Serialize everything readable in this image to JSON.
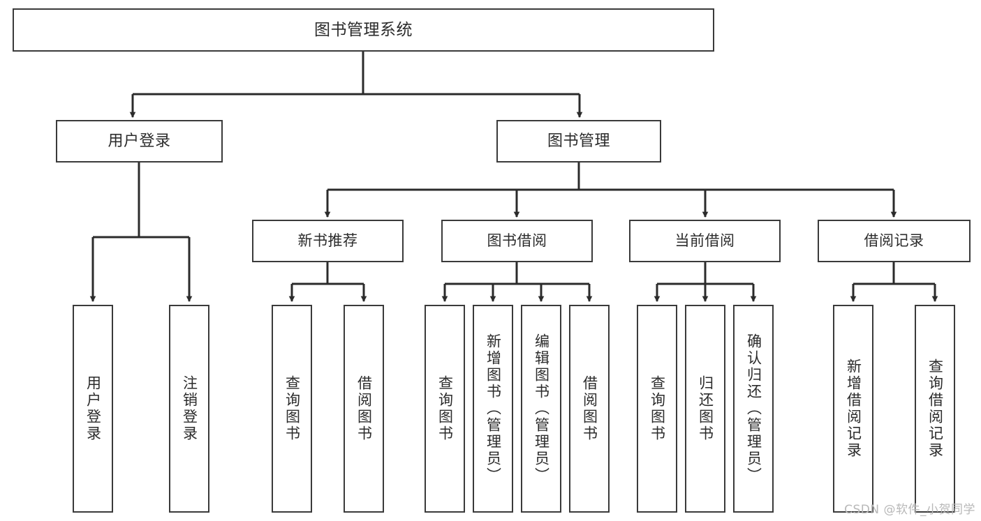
{
  "diagram": {
    "title": "图书管理系统",
    "type": "tree",
    "colors": {
      "box_border": "#3a3a3a",
      "box_fill": "#ffffff",
      "edge": "#2b2b2b",
      "text": "#2b2b2b",
      "watermark": "#b8b8b8",
      "background": "#ffffff"
    },
    "root": {
      "label": "图书管理系统"
    },
    "level1": [
      {
        "label": "用户登录"
      },
      {
        "label": "图书管理"
      }
    ],
    "level2": [
      {
        "label": "新书推荐"
      },
      {
        "label": "图书借阅"
      },
      {
        "label": "当前借阅"
      },
      {
        "label": "借阅记录"
      }
    ],
    "leaves": {
      "user_login": [
        {
          "label": "用户登录"
        },
        {
          "label": "注销登录"
        }
      ],
      "new_book": [
        {
          "label": "查询图书"
        },
        {
          "label": "借阅图书"
        }
      ],
      "book_borrow": [
        {
          "label": "查询图书"
        },
        {
          "label": "新增图书（管理员）"
        },
        {
          "label": "编辑图书（管理员）"
        },
        {
          "label": "借阅图书"
        }
      ],
      "current_borrow": [
        {
          "label": "查询图书"
        },
        {
          "label": "归还图书"
        },
        {
          "label": "确认归还（管理员）"
        }
      ],
      "borrow_record": [
        {
          "label": "新增借阅记录"
        },
        {
          "label": "查询借阅记录"
        }
      ]
    },
    "watermark": "CSDN @软件_小贺同学"
  }
}
